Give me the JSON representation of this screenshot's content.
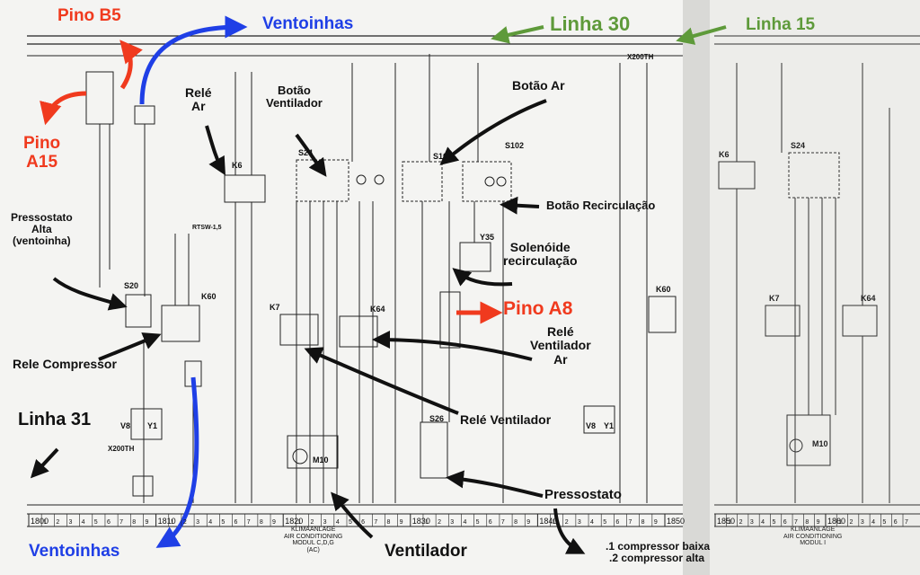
{
  "labels": {
    "pino_b5": "Pino B5",
    "ventoinhas_top": "Ventoinhas",
    "linha30": "Linha 30",
    "linha15": "Linha 15",
    "pino_a15_1": "Pino",
    "pino_a15_2": "A15",
    "rele_ar_1": "Relé",
    "rele_ar_2": "Ar",
    "botao_vent_1": "Botão",
    "botao_vent_2": "Ventilador",
    "botao_ar": "Botão Ar",
    "botao_recirc": "Botão Recirculação",
    "pressostato_alta_1": "Pressostato",
    "pressostato_alta_2": "Alta",
    "pressostato_alta_3": "(ventoinha)",
    "solenoide_1": "Solenóide",
    "solenoide_2": "recirculação",
    "pino_a8": "Pino A8",
    "rele_vent_ar_1": "Relé",
    "rele_vent_ar_2": "Ventilador",
    "rele_vent_ar_3": "Ar",
    "rele_compressor": "Rele Compressor",
    "linha31": "Linha 31",
    "rele_ventilador": "Relé Ventilador",
    "pressostato": "Pressostato",
    "ventoinhas_bottom": "Ventoinhas",
    "ventilador": "Ventilador",
    "compressor_baixa": ".1 compressor baixa",
    "compressor_alta": ".2 compressor alta"
  },
  "components": {
    "s20": "S20",
    "k60": "K60",
    "k60_right": "K60",
    "k6": "K6",
    "k6_right": "K6",
    "s24": "S24",
    "s24_right": "S24",
    "s101": "S101",
    "s102": "S102",
    "y35": "Y35",
    "k7": "K7",
    "k7_right": "K7",
    "k64": "K64",
    "k64_right": "K64",
    "s26": "S26",
    "m10": "M10",
    "m10_right": "M10",
    "v8": "V8",
    "y1": "Y1",
    "v8_right": "V8",
    "y1_right": "Y1",
    "x200th": "X200TH",
    "x200th_right": "X200TH",
    "rtsw": "RTSW-1,5",
    "klima_1": "KLIMAANLAGE",
    "klima_2": "AIR CONDITIONING",
    "klima_3": "MODUL C,D,G",
    "klima_4": "(AC)",
    "klima_r1": "KLIMAANLAGE",
    "klima_r2": "AIR CONDITIONING",
    "klima_r3": "MODUL I"
  },
  "scale": {
    "ticks_left": [
      "1800",
      "1",
      "2",
      "3",
      "4",
      "5",
      "6",
      "7",
      "8",
      "9",
      "1810",
      "1",
      "2",
      "3",
      "4",
      "5",
      "6",
      "7",
      "8",
      "9",
      "1820",
      "1",
      "2",
      "3",
      "4",
      "5",
      "6",
      "7",
      "8",
      "9",
      "1830",
      "1",
      "2",
      "3",
      "4",
      "5",
      "6",
      "7",
      "8",
      "9",
      "1840",
      "1",
      "2",
      "3",
      "4",
      "5",
      "6",
      "7",
      "8",
      "9",
      "1850"
    ],
    "ticks_right": [
      "1850",
      "1",
      "2",
      "3",
      "4",
      "5",
      "6",
      "7",
      "8",
      "9",
      "1860",
      "1",
      "2",
      "3",
      "4",
      "5",
      "6",
      "7"
    ]
  },
  "colors": {
    "red": "#f03a1e",
    "blue": "#1f3fe6",
    "green": "#5e9a3a",
    "ink": "#1a1a1a",
    "paper": "#f4f4f2"
  }
}
